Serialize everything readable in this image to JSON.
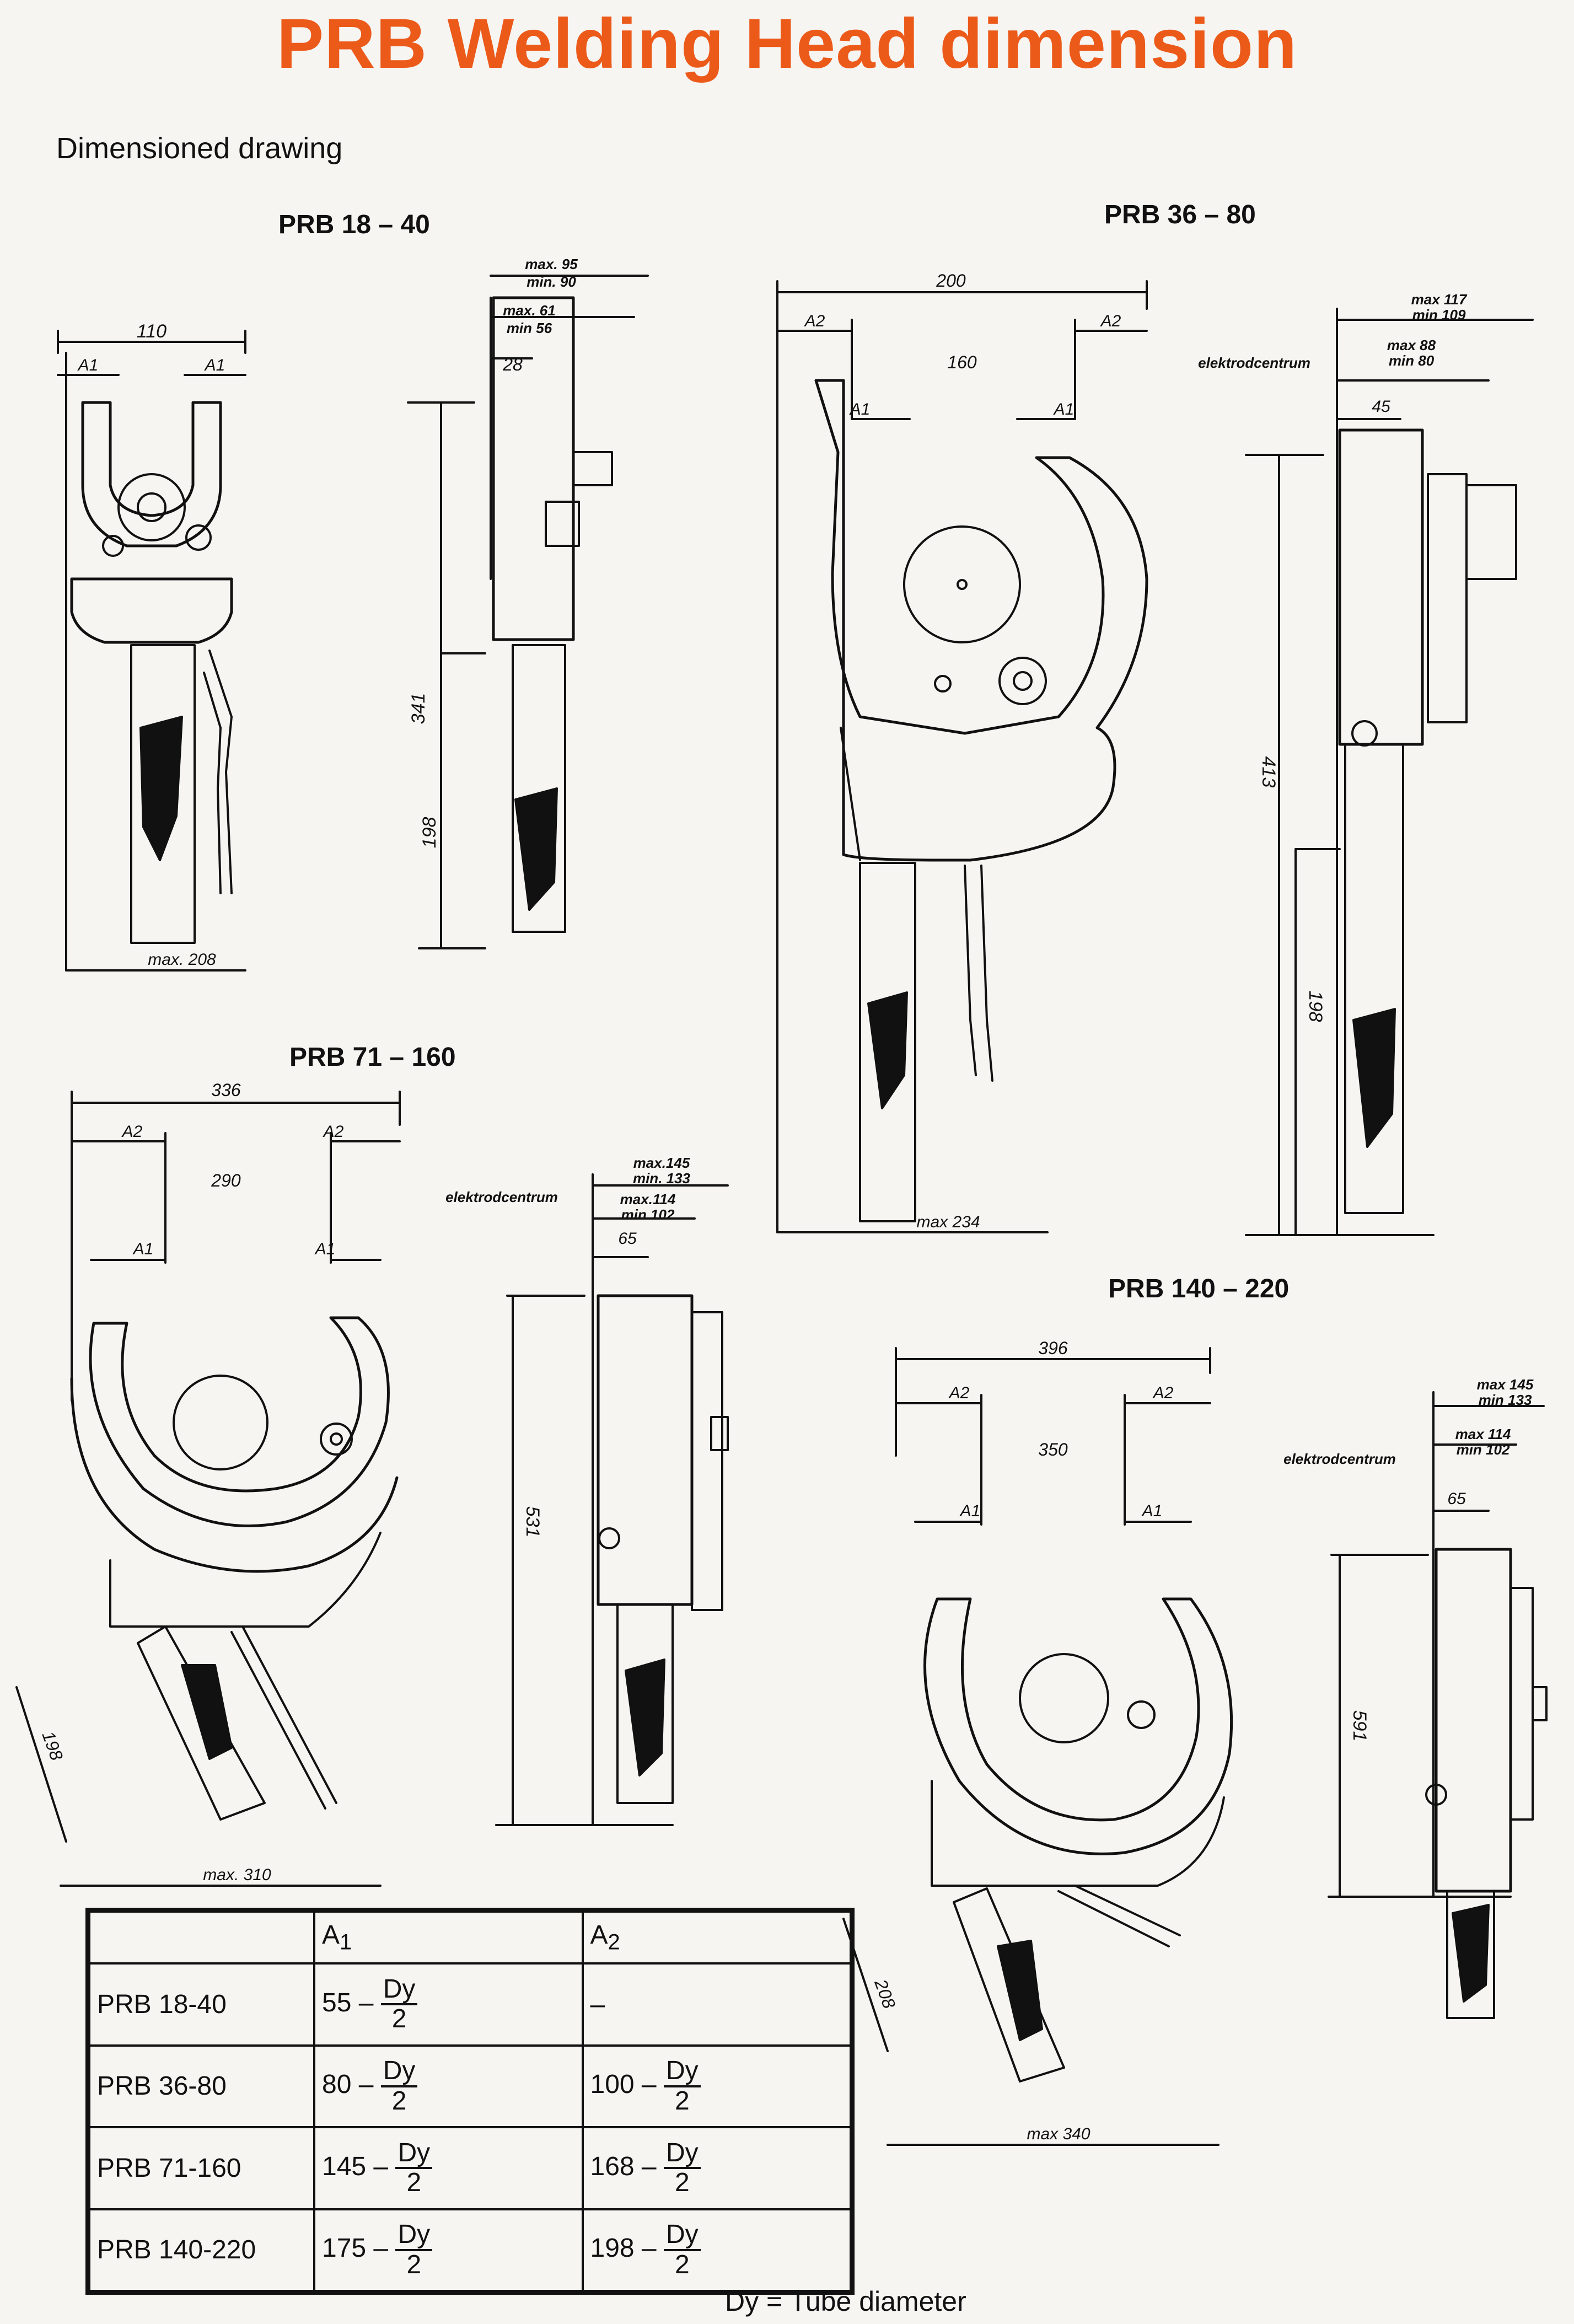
{
  "title": "PRB Welding Head dimension",
  "intro": "Dimensioned drawing",
  "models": {
    "m1840": {
      "title": "PRB 18 – 40",
      "front": {
        "width": "110",
        "a1_left": "A1",
        "a1_right": "A1",
        "max_height": "max. 208"
      },
      "side": {
        "max_a": "max. 95",
        "min_a": "min. 90",
        "max_b": "max. 61",
        "min_b": "min 56",
        "offset": "28",
        "height": "341",
        "lower": "198"
      }
    },
    "m3680": {
      "title": "PRB 36 – 80",
      "front": {
        "outer": "200",
        "inner": "160",
        "a2_left": "A2",
        "a2_right": "A2",
        "a1_left": "A1",
        "a1_right": "A1",
        "max_depth": "max 234"
      },
      "side": {
        "max_a": "max 117",
        "min_a": "min 109",
        "max_b": "max 88",
        "min_b": "min 80",
        "centre": "elektrodcentrum",
        "offset": "45",
        "height": "413",
        "lower": "198"
      }
    },
    "m71160": {
      "title": "PRB 71 – 160",
      "front": {
        "outer": "336",
        "inner": "290",
        "a2_left": "A2",
        "a2_right": "A2",
        "a1_left": "A1",
        "a1_right": "A1",
        "angled": "198",
        "max_depth": "max. 310"
      },
      "side": {
        "max_a": "max.145",
        "min_a": "min. 133",
        "max_b": "max.114",
        "min_b": "min 102",
        "centre": "elektrodcentrum",
        "offset": "65",
        "height": "531"
      }
    },
    "m140220": {
      "title": "PRB 140 – 220",
      "front": {
        "outer": "396",
        "inner": "350",
        "a2_left": "A2",
        "a2_right": "A2",
        "a1_left": "A1",
        "a1_right": "A1",
        "angled": "208",
        "max_depth": "max 340"
      },
      "side": {
        "max_a": "max 145",
        "min_a": "min 133",
        "max_b": "max 114",
        "min_b": "min 102",
        "centre": "elektrodcentrum",
        "offset": "65",
        "height": "591"
      }
    }
  },
  "table": {
    "headers": {
      "model": "",
      "a1": "A",
      "a1_sub": "1",
      "a2": "A",
      "a2_sub": "2"
    },
    "rows": [
      {
        "model": "PRB  18-40",
        "a1_const": "55 –",
        "a1_num": "Dy",
        "a1_den": "2",
        "a2_text": "–"
      },
      {
        "model": "PRB  36-80",
        "a1_const": "80 –",
        "a1_num": "Dy",
        "a1_den": "2",
        "a2_const": "100 –",
        "a2_num": "Dy",
        "a2_den": "2"
      },
      {
        "model": "PRB  71-160",
        "a1_const": "145 –",
        "a1_num": "Dy",
        "a1_den": "2",
        "a2_const": "168 –",
        "a2_num": "Dy",
        "a2_den": "2"
      },
      {
        "model": "PRB 140-220",
        "a1_const": "175 –",
        "a1_num": "Dy",
        "a1_den": "2",
        "a2_const": "198 –",
        "a2_num": "Dy",
        "a2_den": "2"
      }
    ]
  },
  "footnote": "Dy = Tube diameter",
  "colors": {
    "title": "#ec5a1a",
    "ink": "#111111",
    "paper": "#f6f5f2"
  }
}
